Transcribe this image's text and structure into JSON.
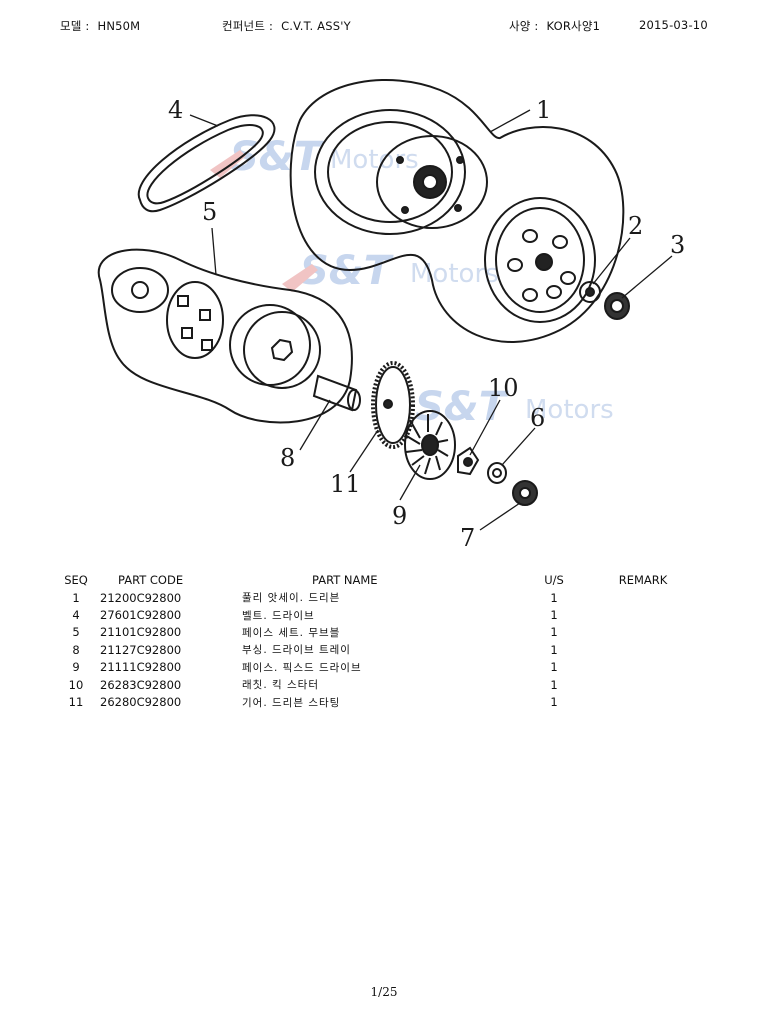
{
  "header": {
    "model_label": "모델 :",
    "model_value": "HN50M",
    "component_label": "컨퍼넌트 :",
    "component_value": "C.V.T. ASS'Y",
    "spec_label": "사양 :",
    "spec_value": "KOR사양1",
    "date": "2015-03-10"
  },
  "diagram": {
    "callouts": [
      "1",
      "2",
      "3",
      "4",
      "5",
      "6",
      "7",
      "8",
      "9",
      "10",
      "11"
    ],
    "watermark_brand": "S&T",
    "watermark_word": "Motors"
  },
  "table": {
    "headers": [
      "SEQ",
      "PART CODE",
      "PART NAME",
      "U/S",
      "REMARK"
    ],
    "rows": [
      {
        "seq": "1",
        "code": "21200C92800",
        "name": "풀리 앗세이. 드리븐",
        "us": "1",
        "remark": ""
      },
      {
        "seq": "4",
        "code": "27601C92800",
        "name": "벨트. 드라이브",
        "us": "1",
        "remark": ""
      },
      {
        "seq": "5",
        "code": "21101C92800",
        "name": "페이스 세트. 무브블",
        "us": "1",
        "remark": ""
      },
      {
        "seq": "8",
        "code": "21127C92800",
        "name": "부싱. 드라이브 트레이",
        "us": "1",
        "remark": ""
      },
      {
        "seq": "9",
        "code": "21111C92800",
        "name": "페이스. 픽스드 드라이브",
        "us": "1",
        "remark": ""
      },
      {
        "seq": "10",
        "code": "26283C92800",
        "name": "래칫. 킥 스타터",
        "us": "1",
        "remark": ""
      },
      {
        "seq": "11",
        "code": "26280C92800",
        "name": "기어. 드리븐 스타팅",
        "us": "1",
        "remark": ""
      }
    ]
  },
  "footer": {
    "page": "1/25"
  }
}
